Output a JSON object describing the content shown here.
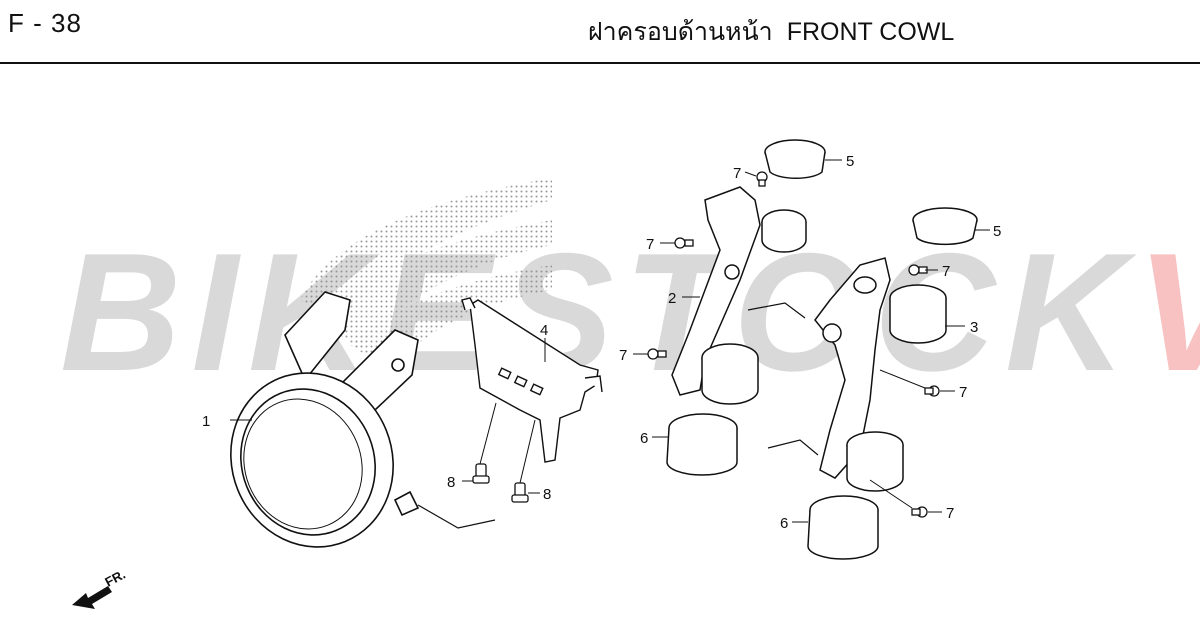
{
  "header": {
    "code": "F - 38",
    "title_thai": "ฝาครอบด้านหน้า",
    "title_en": "FRONT COWL"
  },
  "watermark": {
    "part1": "BIKESTOCK",
    "part2": "VN",
    "color_gray": "#aaaaaa",
    "color_red": "#ee6e6e"
  },
  "direction": {
    "label": "FR."
  },
  "callouts": {
    "c1": "1",
    "c2": "2",
    "c3": "3",
    "c4": "4",
    "c5a": "5",
    "c5b": "5",
    "c6a": "6",
    "c6b": "6",
    "c7a": "7",
    "c7b": "7",
    "c7c": "7",
    "c7d": "7",
    "c7e": "7",
    "c7f": "7",
    "c8a": "8",
    "c8b": "8"
  }
}
